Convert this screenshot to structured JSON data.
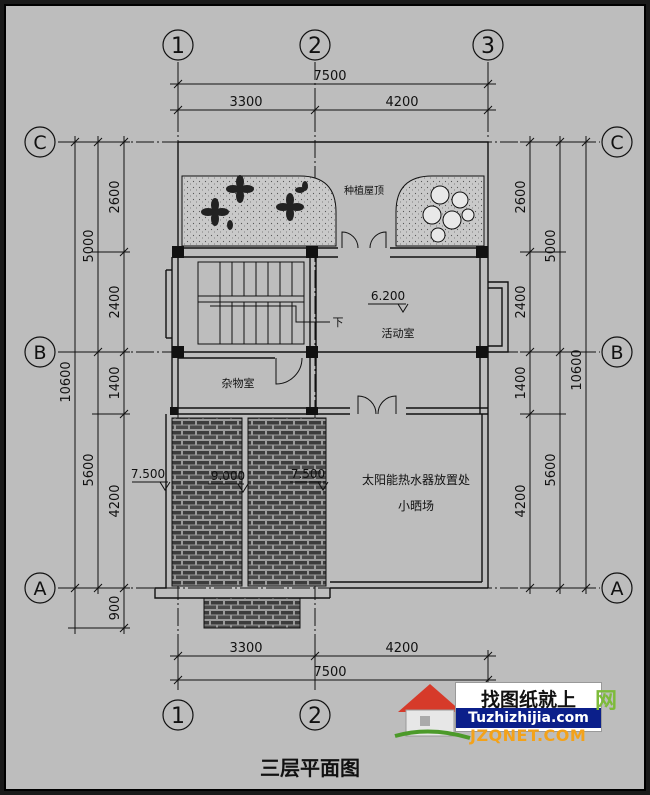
{
  "title": "三层平面图",
  "axes": {
    "top": [
      "1",
      "2",
      "3"
    ],
    "bottom": [
      "1",
      "2"
    ],
    "left_letters": [
      "C",
      "B",
      "A"
    ],
    "right_letters": [
      "C",
      "B",
      "A"
    ]
  },
  "dims": {
    "top_total": "7500",
    "top_a": "3300",
    "top_b": "4200",
    "bottom_total": "7500",
    "bottom_a": "3300",
    "bottom_b": "4200",
    "left_outer_total": "10600",
    "left_mid_upper": "5000",
    "left_mid_lower": "5600",
    "left_s1": "2600",
    "left_s2": "2400",
    "left_s3": "1400",
    "left_s4": "4200",
    "left_s5": "900",
    "right_total": "10600",
    "right_mid_upper": "5000",
    "right_mid_lower": "5600",
    "right_s1": "2600",
    "right_s2": "2400",
    "right_s3": "1400",
    "right_s4": "4200"
  },
  "rooms": {
    "planting_roof": "种植屋顶",
    "activity_room": "活动室",
    "storage_room": "杂物室",
    "solar_area": "太阳能热水器放置处",
    "drying_area": "小晒场",
    "down_label": "下"
  },
  "elevations": {
    "activity": "6.200",
    "left": "7.500",
    "middle": "9.000",
    "right": "7.500"
  },
  "watermark": {
    "line1": "找图纸就上",
    "line2": "Tuzhizhijia.com",
    "site": "JZQNET.COM",
    "wang": "网"
  },
  "colors": {
    "paper": "#bdbdbd",
    "ink": "#111111",
    "roof_tile": "#6a6a6a"
  }
}
